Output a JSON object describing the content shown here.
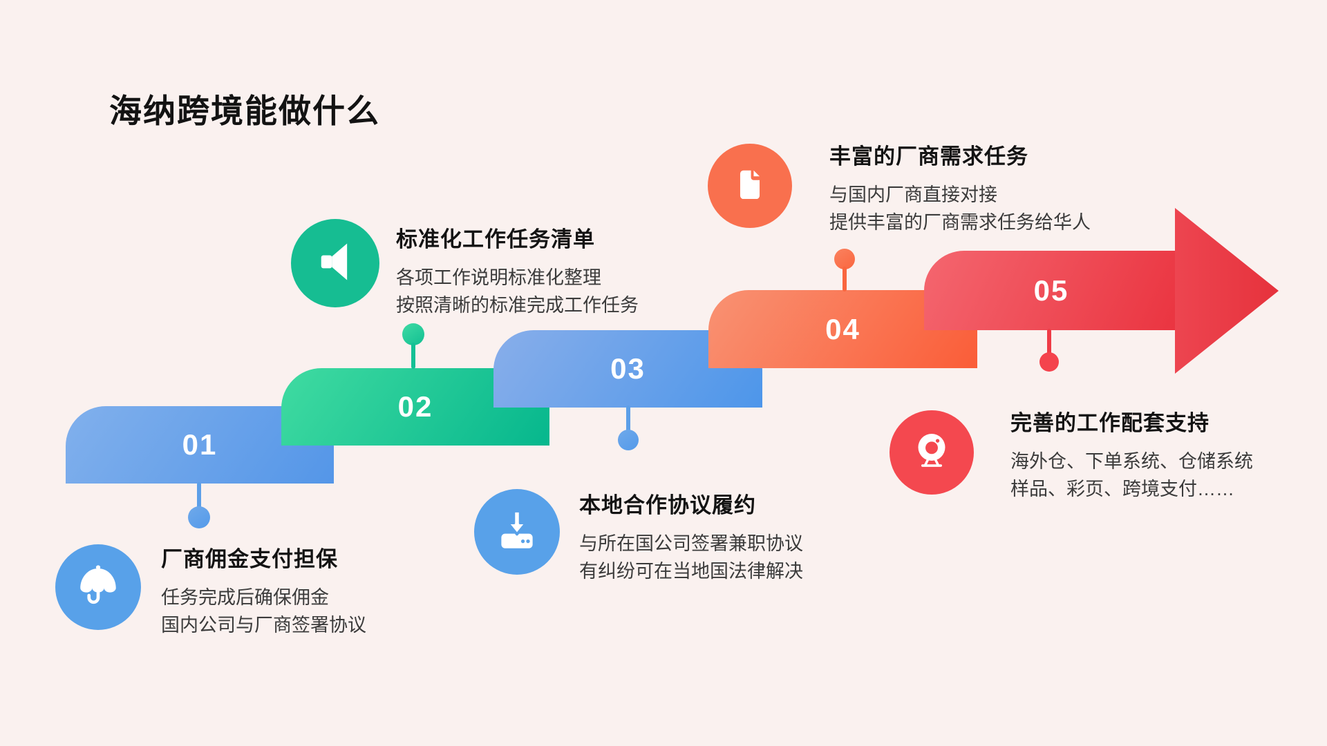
{
  "slide": {
    "title": "海纳跨境能做什么"
  },
  "steps": [
    {
      "number": "01",
      "title": "厂商佣金支付担保",
      "desc1": "任务完成后确保佣金",
      "desc2": "国内公司与厂商签署协议",
      "icon": "umbrella-icon",
      "accent": "#58a1e9"
    },
    {
      "number": "02",
      "title": "标准化工作任务清单",
      "desc1": "各项工作说明标准化整理",
      "desc2": "按照清晰的标准完成工作任务",
      "icon": "speaker-icon",
      "accent": "#16bd92"
    },
    {
      "number": "03",
      "title": "本地合作协议履约",
      "desc1": "与所在国公司签署兼职协议",
      "desc2": "有纠纷可在当地国法律解决",
      "icon": "download-icon",
      "accent": "#58a1e9"
    },
    {
      "number": "04",
      "title": "丰富的厂商需求任务",
      "desc1": "与国内厂商直接对接",
      "desc2": "提供丰富的厂商需求任务给华人",
      "icon": "document-icon",
      "accent": "#f9704e"
    },
    {
      "number": "05",
      "title": "完善的工作配套支持",
      "desc1": "海外仓、下单系统、仓储系统",
      "desc2": "样品、彩页、跨境支付……",
      "icon": "webcam-icon",
      "accent": "#f4484f"
    }
  ],
  "colors": {
    "background": "#faf1ef",
    "heading": "#131313",
    "body_text": "#3b3b3b",
    "blue": "#58a1e9",
    "green": "#16bd92",
    "orange": "#f9704e",
    "red": "#f4484f"
  }
}
